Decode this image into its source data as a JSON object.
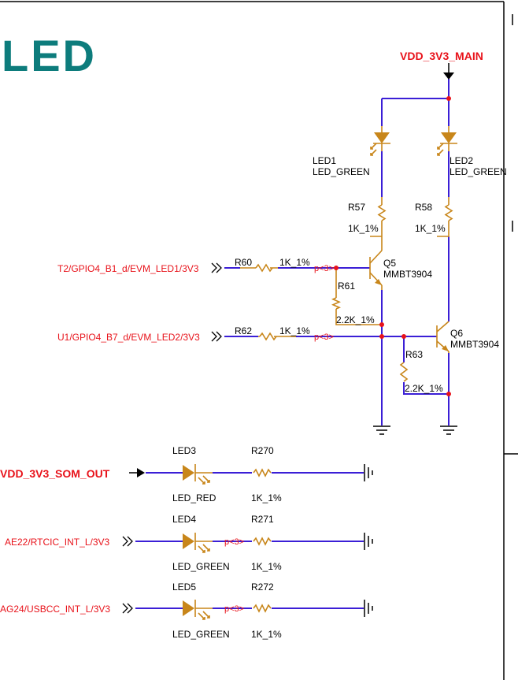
{
  "title": "LED",
  "colors": {
    "wire": "#3b1fd6",
    "component": "#c8861a",
    "net_label": "#e8121a",
    "junction": "#e8121a",
    "title": "#0d7c7c",
    "text": "#000000",
    "frame": "#000000"
  },
  "power": {
    "main": "VDD_3V3_MAIN",
    "som_out": "VDD_3V3_SOM_OUT"
  },
  "nets": {
    "led1_ctrl": "T2/GPIO4_B1_d/EVM_LED1/3V3",
    "led2_ctrl": "U1/GPIO4_B7_d/EVM_LED2/3V3",
    "led4_ctrl": "AE22/RTCIC_INT_L/3V3",
    "led5_ctrl": "AG24/USBCC_INT_L/3V3",
    "cross_ref": "p<3>"
  },
  "components": {
    "led1": {
      "ref": "LED1",
      "value": "LED_GREEN"
    },
    "led2": {
      "ref": "LED2",
      "value": "LED_GREEN"
    },
    "led3": {
      "ref": "LED3",
      "value": "LED_RED"
    },
    "led4": {
      "ref": "LED4",
      "value": "LED_GREEN"
    },
    "led5": {
      "ref": "LED5",
      "value": "LED_GREEN"
    },
    "r57": {
      "ref": "R57",
      "value": "1K_1%"
    },
    "r58": {
      "ref": "R58",
      "value": "1K_1%"
    },
    "r60": {
      "ref": "R60",
      "value": "1K_1%"
    },
    "r61": {
      "ref": "R61",
      "value": "2.2K_1%"
    },
    "r62": {
      "ref": "R62",
      "value": "1K_1%"
    },
    "r63": {
      "ref": "R63",
      "value": "2.2K_1%"
    },
    "r270": {
      "ref": "R270",
      "value": "1K_1%"
    },
    "r271": {
      "ref": "R271",
      "value": "1K_1%"
    },
    "r272": {
      "ref": "R272",
      "value": "1K_1%"
    },
    "q5": {
      "ref": "Q5",
      "value": "MMBT3904"
    },
    "q6": {
      "ref": "Q6",
      "value": "MMBT3904"
    }
  }
}
